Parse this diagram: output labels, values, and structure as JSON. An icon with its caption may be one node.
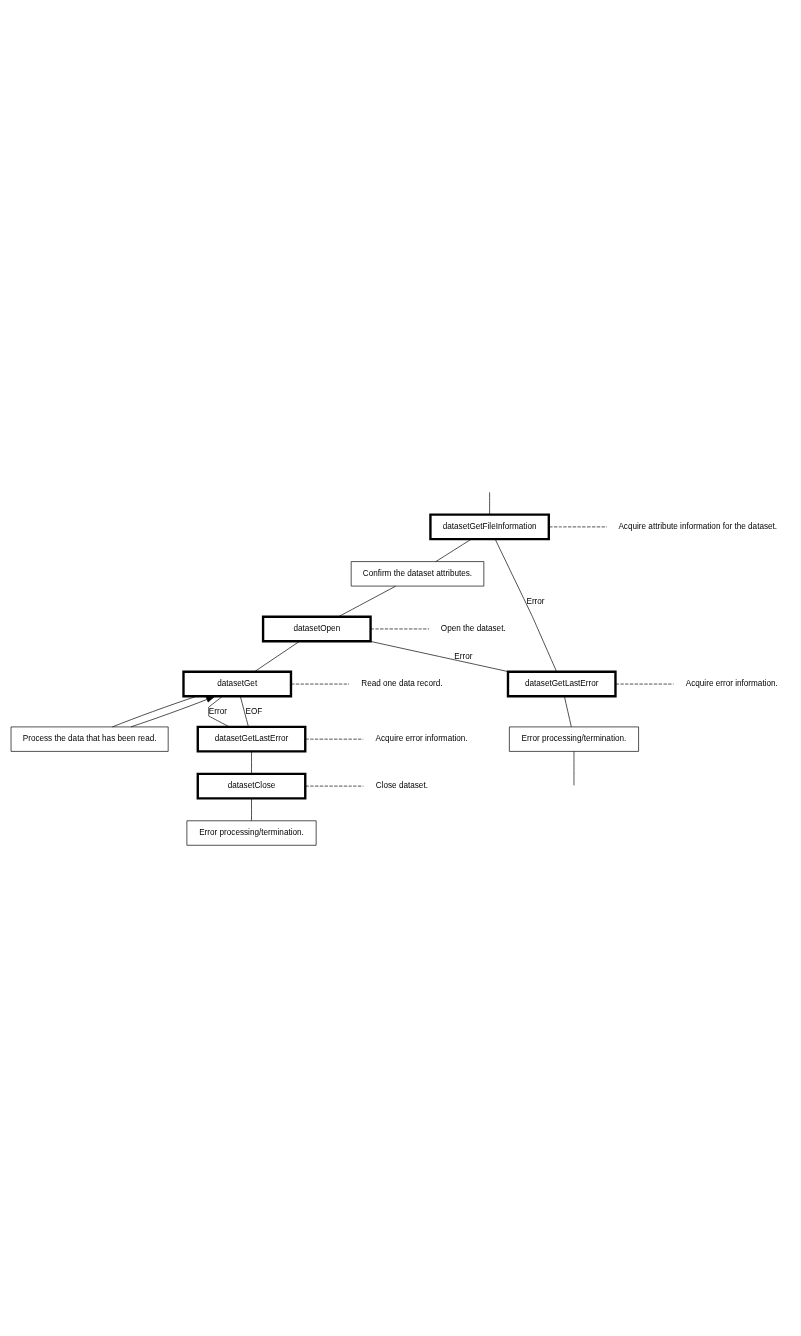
{
  "diagram": {
    "nodes": [
      {
        "text": [
          "datasetGetFileInformation"
        ]
      },
      {
        "text": [
          "Acquire attribute information for the dataset."
        ]
      },
      {
        "text": [
          "Confirm the dataset attributes."
        ]
      },
      {
        "text": [
          "datasetOpen"
        ]
      },
      {
        "text": [
          "Open the dataset."
        ]
      },
      {
        "text": [
          "datasetGet"
        ]
      },
      {
        "text": [
          "Read one data record."
        ]
      },
      {
        "text": [
          "Process the data that has been read."
        ]
      },
      {
        "text": [
          "datasetGetLastError"
        ]
      },
      {
        "text": [
          "Acquire error information."
        ]
      },
      {
        "text": [
          "datasetClose"
        ]
      },
      {
        "text": [
          "Close dataset."
        ]
      },
      {
        "text": [
          "Error processing/termination."
        ]
      },
      {
        "text": [
          "datasetGetLastError"
        ]
      },
      {
        "text": [
          "Acquire error information."
        ]
      },
      {
        "text": [
          "Error processing/termination."
        ]
      }
    ],
    "edges": [
      {
        "from": null,
        "to": 0,
        "arrow": "none"
      },
      {
        "from": 0,
        "to": 1,
        "arrow": "none",
        "style": "dashed"
      },
      {
        "from": 0,
        "to": 2,
        "arrow": "none"
      },
      {
        "from": 2,
        "to": 3,
        "arrow": "none"
      },
      {
        "from": 3,
        "to": 4,
        "arrow": "none",
        "style": "dashed"
      },
      {
        "from": 3,
        "to": 5,
        "arrow": "none"
      },
      {
        "from": 5,
        "to": 6,
        "arrow": "none",
        "style": "dashed"
      },
      {
        "from": 5,
        "to": 7,
        "arrow": "none"
      },
      {
        "from": 7,
        "to": 5,
        "arrow": "to"
      },
      {
        "from": 0,
        "to": 13,
        "arrow": "none",
        "label": "Error"
      },
      {
        "from": 3,
        "to": 13,
        "arrow": "none",
        "label": "Error"
      },
      {
        "from": 5,
        "to": 8,
        "arrow": "none",
        "label": "Error"
      },
      {
        "from": 5,
        "to": 8,
        "arrow": "none",
        "label": "EOF"
      },
      {
        "from": 8,
        "to": 9,
        "arrow": "none",
        "style": "dashed"
      },
      {
        "from": 8,
        "to": 10,
        "arrow": "none"
      },
      {
        "from": 10,
        "to": 11,
        "arrow": "none",
        "style": "dashed"
      },
      {
        "from": 10,
        "to": 12,
        "arrow": "none"
      },
      {
        "from": 13,
        "to": 14,
        "arrow": "none",
        "style": "dashed"
      },
      {
        "from": 13,
        "to": 15,
        "arrow": "none"
      },
      {
        "from": 15,
        "to": null,
        "arrow": "none"
      }
    ]
  }
}
